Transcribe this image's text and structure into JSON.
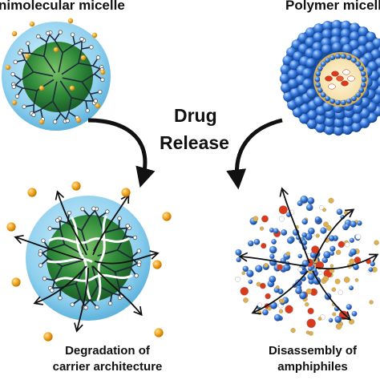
{
  "labels": {
    "top_left_title": "nimolecular micelle",
    "top_right_title": "Polymer micell",
    "center_line1": "Drug",
    "center_line2": "Release",
    "bottom_left_line1": "Degradation of",
    "bottom_left_line2": "carrier architecture",
    "bottom_right_line1": "Disassembly of",
    "bottom_right_line2": "amphiphiles"
  },
  "colors": {
    "shell_blue": "#8fd0ee",
    "core_green": "#2f8a3a",
    "drug_orange": "#f0a21a",
    "bead_blue": "#2f73d8",
    "arrow_black": "#111111",
    "dendron_dark": "#1e2a3a"
  },
  "icons": {
    "unimolecular_micelle": "dendritic-micelle-icon",
    "polymer_micelle": "bead-micelle-icon",
    "arrows": "curved-arrow-icon"
  }
}
